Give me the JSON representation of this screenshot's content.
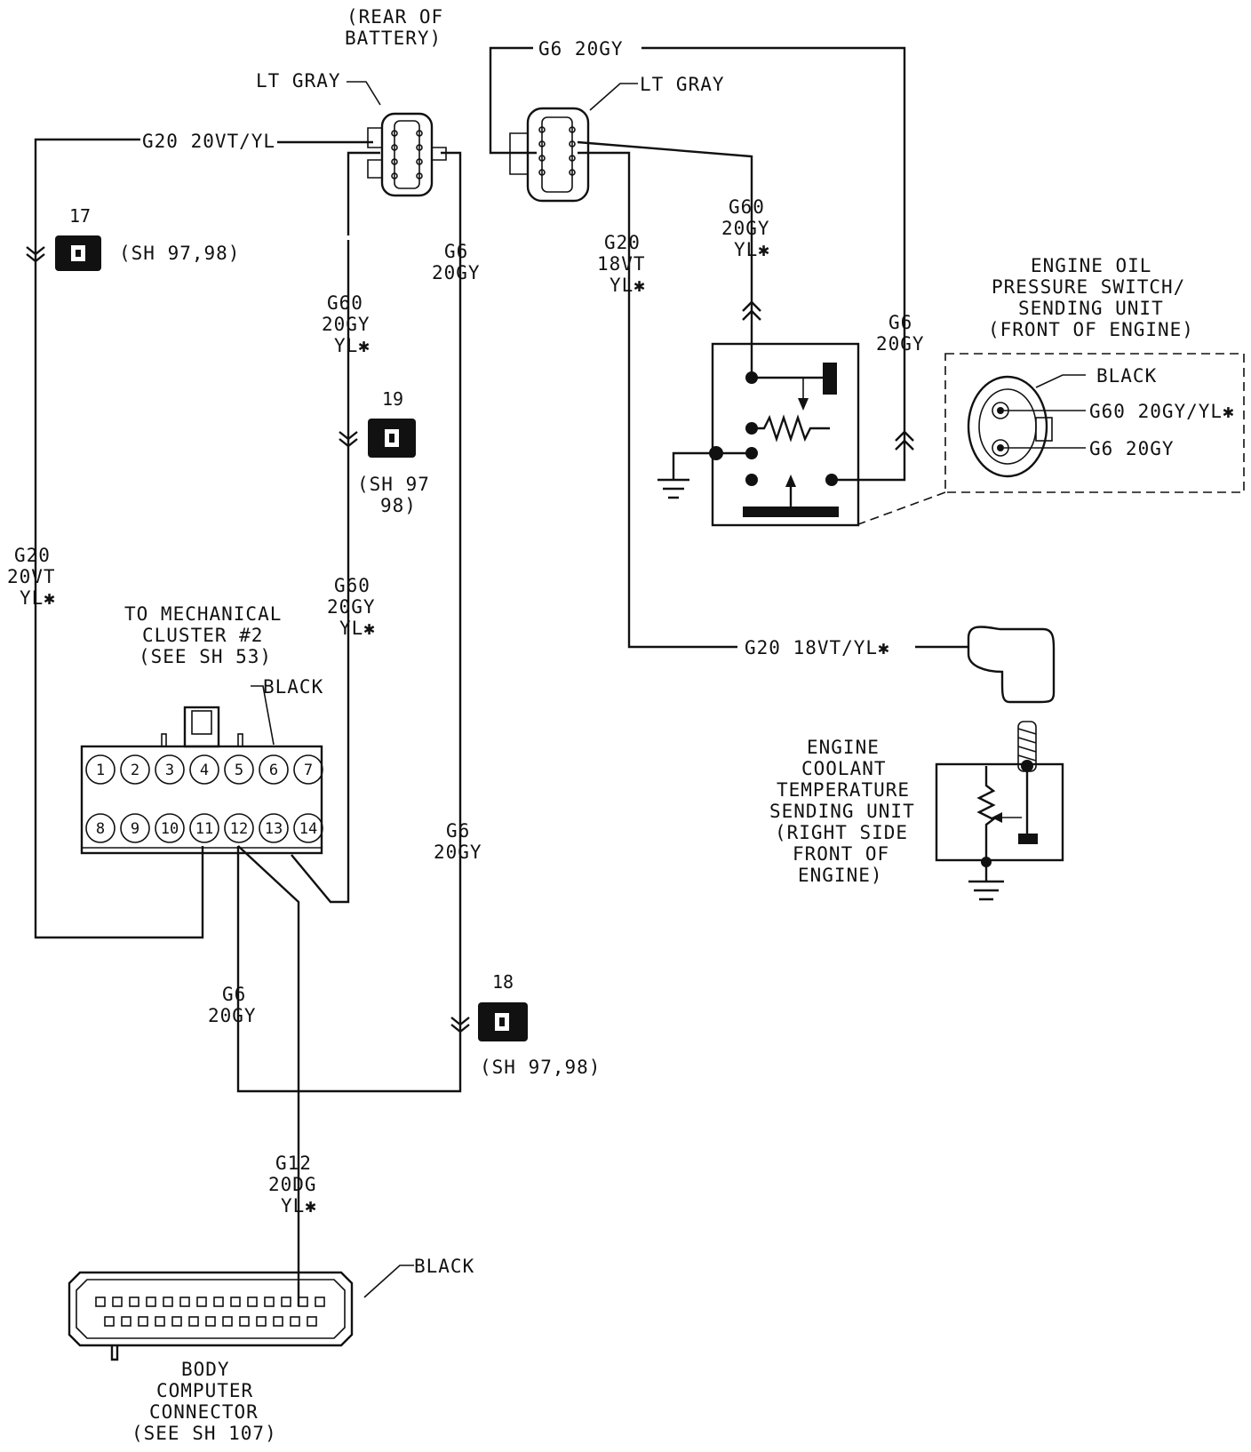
{
  "labels": {
    "rear_battery_1": "(REAR OF",
    "rear_battery_2": "BATTERY)",
    "lt_gray_left": "LT GRAY",
    "lt_gray_right": "LT GRAY",
    "g6_top": "G6 20GY",
    "g20_top": "G20 20VT/YL",
    "g6_a1": "G6",
    "g6_a2": "20GY",
    "g60_a1": "G60",
    "g60_a2": "20GY",
    "g60_a3": "YL✱",
    "g20_b1": "G20",
    "g20_b2": "18VT",
    "g20_b3": "YL✱",
    "g60_b1": "G60",
    "g60_b2": "20GY",
    "g60_b3": "YL✱",
    "g6_b1": "G6",
    "g6_b2": "20GY",
    "oil_1": "ENGINE OIL",
    "oil_2": "PRESSURE SWITCH/",
    "oil_3": "SENDING UNIT",
    "oil_4": "(FRONT OF ENGINE)",
    "black_oil": "BLACK",
    "oil_g60": "G60 20GY/YL✱",
    "oil_g6": "G6 20GY",
    "g20_c1": "G20",
    "g20_c2": "20VT",
    "g20_c3": "YL✱",
    "g60_c1": "G60",
    "g60_c2": "20GY",
    "g60_c3": "YL✱",
    "mech_1": "TO MECHANICAL",
    "mech_2": "CLUSTER #2",
    "mech_3": "(SEE SH 53)",
    "black_cluster": "BLACK",
    "g20_bottom": "G20 18VT/YL✱",
    "coolant_1": "ENGINE",
    "coolant_2": "COOLANT",
    "coolant_3": "TEMPERATURE",
    "coolant_4": "SENDING UNIT",
    "coolant_5": "(RIGHT SIDE",
    "coolant_6": "FRONT OF",
    "coolant_7": "ENGINE)",
    "g6_c1": "G6",
    "g6_c2": "20GY",
    "g6_d1": "G6",
    "g6_d2": "20GY",
    "g12_1": "G12",
    "g12_2": "20DG",
    "g12_3": "YL✱",
    "black_body": "BLACK",
    "body_1": "BODY",
    "body_2": "COMPUTER",
    "body_3": "CONNECTOR",
    "body_4": "(SEE SH 107)"
  },
  "splices": {
    "s17": {
      "number": "17",
      "ref": "(SH 97,98)"
    },
    "s19": {
      "number": "19",
      "ref_1": "(SH 97",
      "ref_2": "98)"
    },
    "s18": {
      "number": "18",
      "ref": "(SH 97,98)"
    }
  },
  "cluster_pins": [
    "1",
    "2",
    "3",
    "4",
    "5",
    "6",
    "7",
    "8",
    "9",
    "10",
    "11",
    "12",
    "13",
    "14"
  ]
}
